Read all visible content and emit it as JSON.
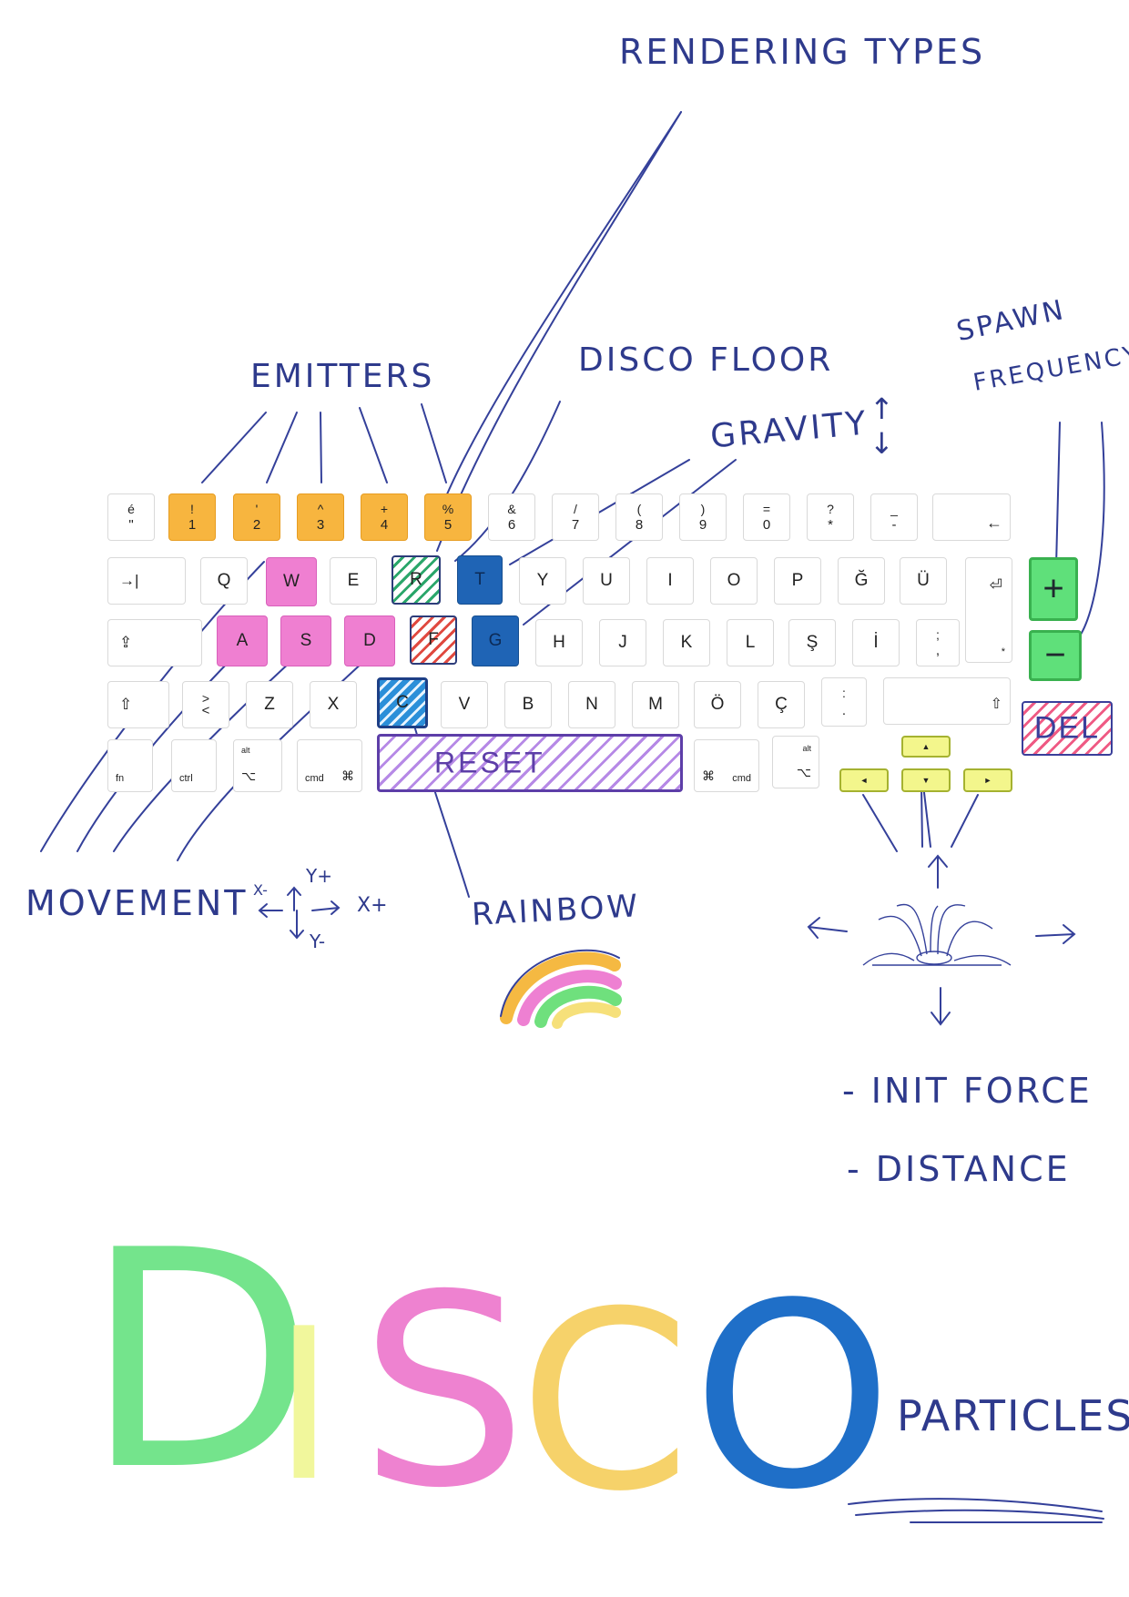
{
  "labels": {
    "rendering_types": "RENDERING TYPES",
    "emitters": "EMITTERS",
    "disco_floor": "DISCO FLOOR",
    "spawn": "SPAWN",
    "frequency": "FREQUENCY",
    "gravity": "GRAVITY",
    "movement": "MOVEMENT",
    "rainbow": "RAINBOW",
    "init_force": "- INIT FORCE",
    "distance": "- DISTANCE",
    "particles": "PARTICLES"
  },
  "axis_marks": {
    "y_plus": "Y+",
    "y_minus": "Y-",
    "x_plus": "X+",
    "x_minus": "X-"
  },
  "big_title": [
    "D",
    "I",
    "S",
    "C",
    "O"
  ],
  "keyboard": {
    "row1": [
      {
        "up": "é",
        "low": "\""
      },
      {
        "up": "!",
        "low": "1"
      },
      {
        "up": "'",
        "low": "2"
      },
      {
        "up": "^",
        "low": "3"
      },
      {
        "up": "+",
        "low": "4"
      },
      {
        "up": "%",
        "low": "5"
      },
      {
        "up": "&",
        "low": "6"
      },
      {
        "up": "/",
        "low": "7"
      },
      {
        "up": "(",
        "low": "8"
      },
      {
        "up": ")",
        "low": "9"
      },
      {
        "up": "=",
        "low": "0"
      },
      {
        "up": "?",
        "low": "*"
      },
      {
        "up": "_",
        "low": "-"
      },
      {
        "main": "←"
      }
    ],
    "row2": [
      "→|",
      "Q",
      "W",
      "E",
      "R",
      "T",
      "Y",
      "U",
      "I",
      "O",
      "P",
      "Ğ",
      "Ü",
      "⏎"
    ],
    "row3": [
      "⇪",
      "A",
      "S",
      "D",
      "F",
      "G",
      "H",
      "J",
      "K",
      "L",
      "Ş",
      "İ",
      ";",
      "*"
    ],
    "row3_semicolon_low": ",",
    "row4": [
      "⇧",
      ">",
      "<",
      "Z",
      "X",
      "C",
      "V",
      "B",
      "N",
      "M",
      "Ö",
      "Ç",
      ":",
      ".",
      "⇧"
    ],
    "row5": {
      "fn": "fn",
      "ctrl": "ctrl",
      "alt": "alt",
      "alt_sym": "⌥",
      "cmd": "cmd",
      "cmd_sym": "⌘",
      "reset": "RESET"
    },
    "arrows": {
      "up": "▲",
      "down": "▼",
      "left": "◄",
      "right": "►"
    },
    "plus": "+",
    "minus": "−",
    "del": "DEL"
  },
  "colors": {
    "ink": "#2e3a8c",
    "emitters": "#f7b53f",
    "movement": "#ef7fd1",
    "disco_floor": "#1f64b5",
    "spawn": "#5fe07a",
    "arrows": "#f3f68c",
    "title_d": "#74e48c",
    "title_i": "#f1f79c",
    "title_s": "#ee82d0",
    "title_c": "#f6d26a",
    "title_o": "#1f6fc8"
  }
}
